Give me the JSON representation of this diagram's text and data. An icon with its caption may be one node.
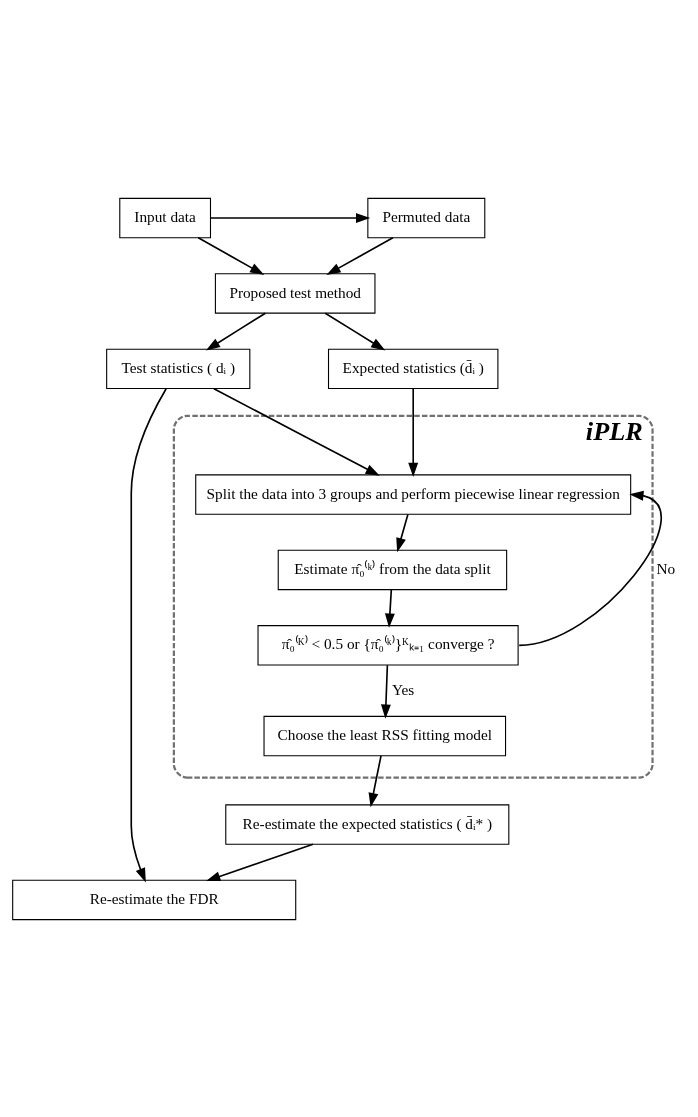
{
  "diagram": {
    "nodes": [
      {
        "text": [
          "Input data"
        ]
      },
      {
        "text": [
          "Permuted data"
        ]
      },
      {
        "text": [
          "Proposed test method"
        ]
      },
      {
        "text": [
          "Test statistics ( dᵢ )"
        ]
      },
      {
        "text": [
          "Expected statistics (d̄ᵢ )"
        ]
      },
      {
        "text": [
          "iPLR"
        ]
      },
      {
        "text": [
          "Split the data into 3 groups and perform piecewise linear regression"
        ],
        "in": 5
      },
      {
        "text": [
          "Estimate π̂₀⁽ᵏ⁾ from the data split"
        ],
        "in": 5
      },
      {
        "text": [
          "π̂₀⁽ᴷ⁾ < 0.5 or {π̂₀⁽ᵏ⁾}ᴷₖ₌₁ converge ?"
        ],
        "in": 5
      },
      {
        "text": [
          "Choose the least RSS fitting model"
        ],
        "in": 5
      },
      {
        "text": [
          "Re-estimate the expected statistics ( d̄ᵢ* )"
        ]
      },
      {
        "text": [
          "Re-estimate the FDR"
        ]
      }
    ],
    "edges": [
      {
        "from": 0,
        "to": 1,
        "arrow": "to"
      },
      {
        "from": 0,
        "to": 2,
        "arrow": "to"
      },
      {
        "from": 1,
        "to": 2,
        "arrow": "to"
      },
      {
        "from": 2,
        "to": 3,
        "arrow": "to"
      },
      {
        "from": 2,
        "to": 4,
        "arrow": "to"
      },
      {
        "from": 3,
        "to": 6,
        "arrow": "to"
      },
      {
        "from": 4,
        "to": 6,
        "arrow": "to"
      },
      {
        "from": 6,
        "to": 7,
        "arrow": "to"
      },
      {
        "from": 7,
        "to": 8,
        "arrow": "to"
      },
      {
        "from": 8,
        "to": 9,
        "arrow": "to",
        "label": "Yes"
      },
      {
        "from": 8,
        "to": 6,
        "arrow": "to",
        "label": "No"
      },
      {
        "from": 9,
        "to": 10,
        "arrow": "to"
      },
      {
        "from": 10,
        "to": 11,
        "arrow": "to"
      },
      {
        "from": 3,
        "to": 11,
        "arrow": "to"
      }
    ]
  }
}
